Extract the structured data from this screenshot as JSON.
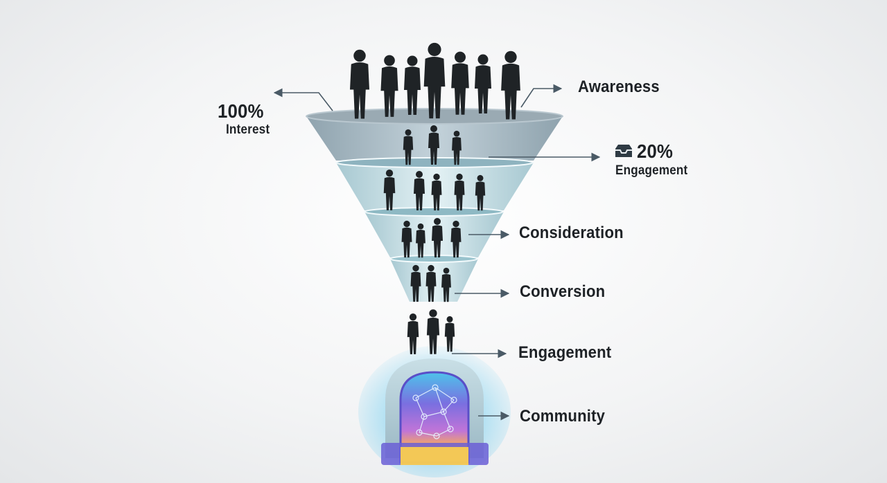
{
  "stages": [
    {
      "label": "Awareness"
    },
    {
      "label": "Consideration"
    },
    {
      "label": "Conversion"
    },
    {
      "label": "Engagement"
    },
    {
      "label": "Community"
    }
  ],
  "stats": {
    "left": {
      "value": "100%",
      "label": "Interest"
    },
    "right": {
      "value": "20%",
      "label": "Engagement",
      "icon": "inbox-icon"
    }
  },
  "colors": {
    "funnel": "#a9bcc6",
    "funnel_rim": "#95a7b2",
    "silhouette": "#1f2326",
    "arrow": "#4a5a66",
    "portal_glow": "#62d3f0"
  }
}
